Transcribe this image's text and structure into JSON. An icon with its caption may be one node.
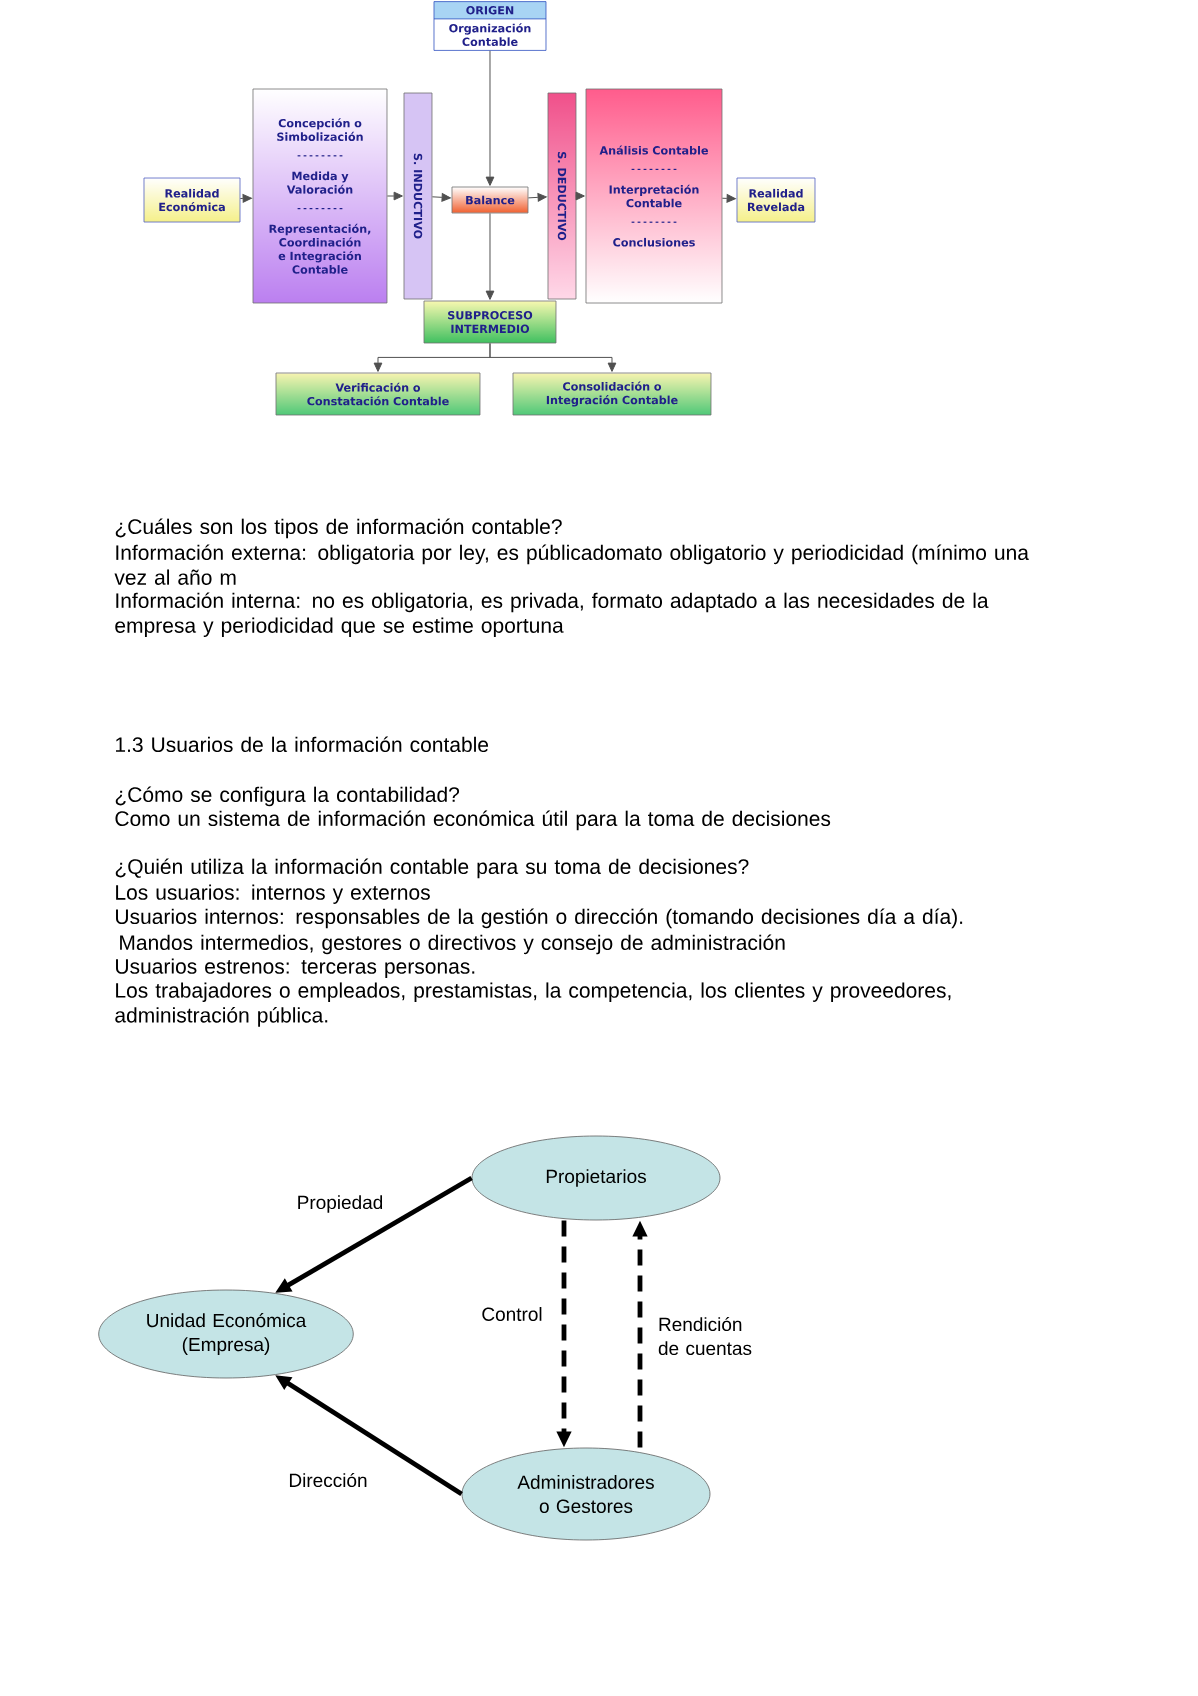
{
  "diagram": {
    "nodes": [
      {
        "text": [
          "ORIGEN",
          "Organización Contable"
        ]
      },
      {
        "text": [
          "Realidad Económica"
        ]
      },
      {
        "text": [
          "Concepción o Simbolización",
          "Medida y Valoración",
          "Representación, Coordinación e Integración Contable"
        ]
      },
      {
        "text": [
          "S. INDUCTIVO"
        ]
      },
      {
        "text": [
          "Balance"
        ]
      },
      {
        "text": [
          "S. DEDUCTIVO"
        ]
      },
      {
        "text": [
          "Análisis Contable",
          "Interpretación Contable",
          "Conclusiones"
        ]
      },
      {
        "text": [
          "Realidad Revelada"
        ]
      },
      {
        "text": [
          "SUBPROCESO INTERMEDIO"
        ]
      },
      {
        "text": [
          "Verificación o Constatación Contable"
        ]
      },
      {
        "text": [
          "Consolidación o Integración Contable"
        ]
      },
      {
        "text": [
          "Propietarios"
        ]
      },
      {
        "text": [
          "Unidad Económica (Empresa)"
        ]
      },
      {
        "text": [
          "Administradores o Gestores"
        ]
      }
    ],
    "edges": [
      {
        "from": 1,
        "to": 2,
        "arrow": "to"
      },
      {
        "from": 2,
        "to": 3,
        "arrow": "to"
      },
      {
        "from": 3,
        "to": 4,
        "arrow": "to"
      },
      {
        "from": 0,
        "to": 4,
        "arrow": "to"
      },
      {
        "from": 4,
        "to": 5,
        "arrow": "to"
      },
      {
        "from": 5,
        "to": 6,
        "arrow": "to"
      },
      {
        "from": 6,
        "to": 7,
        "arrow": "to"
      },
      {
        "from": 4,
        "to": 8,
        "arrow": "to"
      },
      {
        "from": 8,
        "to": 9,
        "arrow": "to"
      },
      {
        "from": 8,
        "to": 10,
        "arrow": "to"
      },
      {
        "from": 11,
        "to": 12,
        "arrow": "to",
        "label": "Propiedad",
        "style": "thick",
        "color": "#000000"
      },
      {
        "from": 11,
        "to": 13,
        "arrow": "to",
        "label": "Control",
        "style": "dashed",
        "color": "#000000"
      },
      {
        "from": 13,
        "to": 11,
        "arrow": "to",
        "label": "Rendición de cuentas",
        "style": "dashed",
        "color": "#000000"
      },
      {
        "from": 13,
        "to": 12,
        "arrow": "to",
        "label": "Dirección",
        "style": "thick",
        "color": "#000000"
      }
    ],
    "labels": [
      "¿Cuáles son los tipos de información contable?",
      "Información externa: obligatoria por ley, es públicadomato obligatorio y periodicidad (mínimo una vez al año m",
      "Información interna: no es obligatoria, es privada, formato adaptado a las necesidades de la empresa y periodicidad que se estime oportuna",
      "1.3 Usuarios de la información contable",
      "¿Cómo se configura la contabilidad?",
      "Como un sistema de información económica útil para la toma de decisiones",
      "¿Quién utiliza la información contable para su toma de decisiones?",
      "Los usuarios: internos y externos",
      "Usuarios internos: responsables de la gestión o dirección (tomando decisiones día a día).",
      "Mandos intermedios, gestores o directivos y consejo de administración",
      "Usuarios estrenos: terceras personas.",
      "Los trabajadores o empleados, prestamistas, la competencia, los clientes y proveedores, administración pública."
    ]
  }
}
